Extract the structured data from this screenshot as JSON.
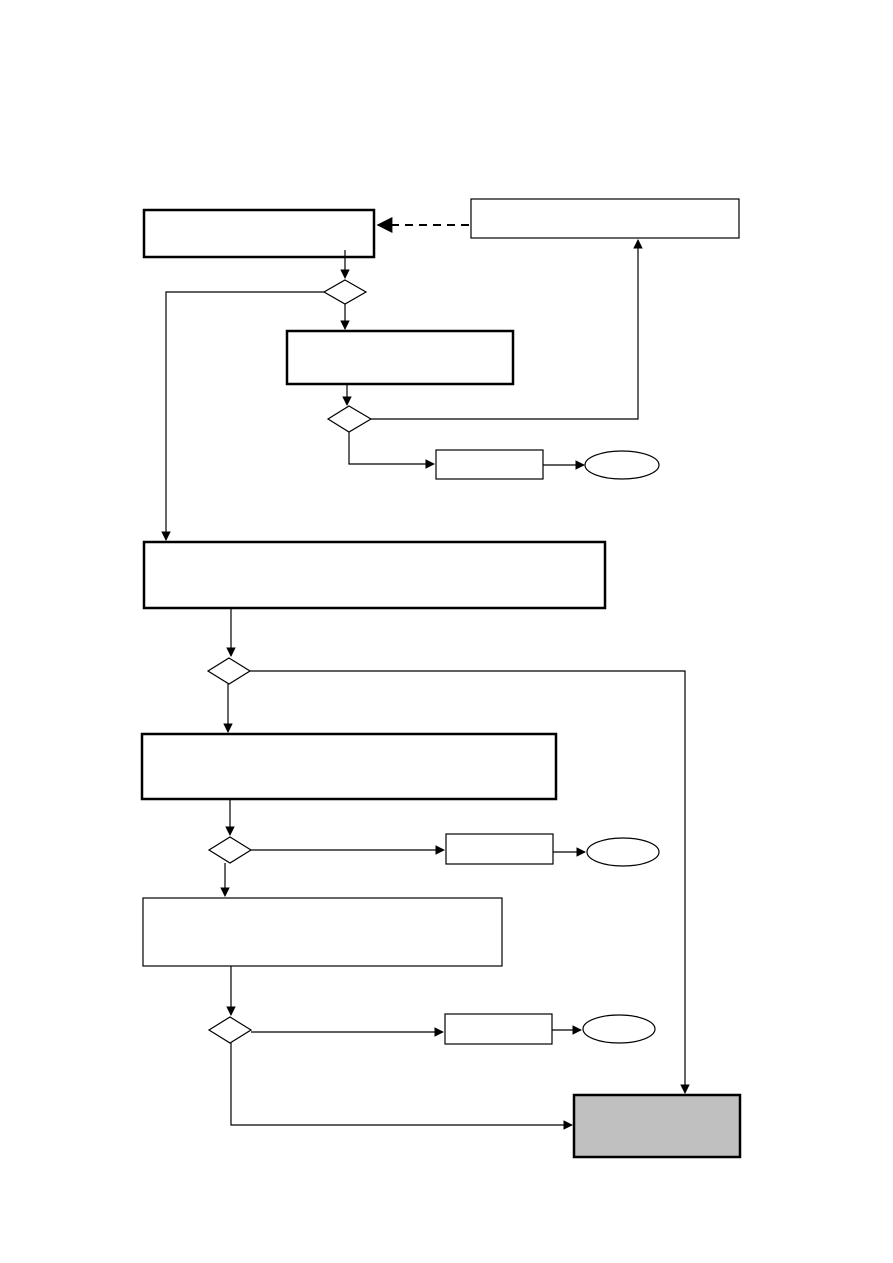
{
  "colors": {
    "stroke": "#000000",
    "background": "#ffffff",
    "final_box_fill": "#c0c0c0"
  },
  "diagram": {
    "type": "flowchart",
    "labels_visible": false,
    "node_count": 14,
    "decision_count": 5,
    "terminal_count": 3
  }
}
